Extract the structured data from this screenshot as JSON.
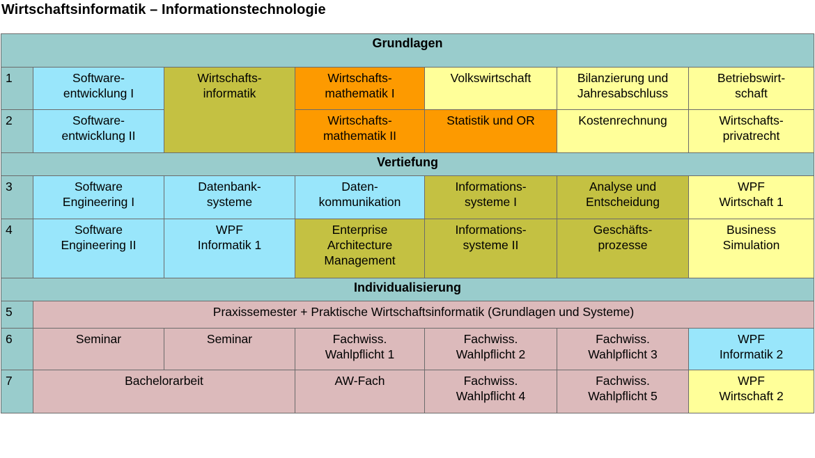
{
  "title": "Wirtschaftsinformatik – Informationstechnologie",
  "sections": {
    "grundlagen": "Grundlagen",
    "vertiefung": "Vertiefung",
    "individualisierung": "Individualisierung"
  },
  "legend_colors": {
    "informatik": "#99e6fb",
    "wirtschaftsinformatik": "#c4c142",
    "mathematik": "#fd9a00",
    "wirtschaft": "#ffff99",
    "individualisierung": "#dcbabb",
    "section_header": "#99cccc"
  },
  "semesters": {
    "s1": {
      "number": "1",
      "softwareentwicklung": "Software-\nentwicklung I",
      "wirtschaftsinformatik": "Wirtschafts-\ninformatik",
      "mathematik": "Wirtschafts-\nmathematik I",
      "volkswirtschaft": "Volkswirtschaft",
      "bilanzierung": "Bilanzierung und\nJahresabschluss",
      "bwl": "Betriebswirt-\nschaft"
    },
    "s2": {
      "number": "2",
      "softwareentwicklung": "Software-\nentwicklung II",
      "mathematik": "Wirtschafts-\nmathematik II",
      "statistik": "Statistik und OR",
      "kostenrechnung": "Kostenrechnung",
      "privatrecht": "Wirtschafts-\nprivatrecht"
    },
    "s3": {
      "number": "3",
      "software_engineering": "Software\nEngineering I",
      "datenbank": "Datenbank-\nsysteme",
      "datenkommunikation": "Daten-\nkommunikation",
      "informationssysteme": "Informations-\nsysteme I",
      "analyse": "Analyse und\nEntscheidung",
      "wpf_wirtschaft": "WPF\nWirtschaft 1"
    },
    "s4": {
      "number": "4",
      "software_engineering": "Software\nEngineering II",
      "wpf_informatik": "WPF\nInformatik 1",
      "enterprise": "Enterprise\nArchitecture\nManagement",
      "informationssysteme": "Informations-\nsysteme II",
      "geschaeftsprozesse": "Geschäfts-\nprozesse",
      "business_simulation": "Business\nSimulation"
    },
    "s5": {
      "number": "5",
      "praxis": "Praxissemester + Praktische Wirtschaftsinformatik (Grundlagen und Systeme)"
    },
    "s6": {
      "number": "6",
      "seminar_1": "Seminar",
      "seminar_2": "Seminar",
      "fachwiss_1": "Fachwiss.\nWahlpflicht 1",
      "fachwiss_2": "Fachwiss.\nWahlpflicht 2",
      "fachwiss_3": "Fachwiss.\nWahlpflicht 3",
      "wpf_informatik": "WPF\nInformatik 2"
    },
    "s7": {
      "number": "7",
      "bachelorarbeit": "Bachelorarbeit",
      "aw_fach": "AW-Fach",
      "fachwiss_4": "Fachwiss.\nWahlpflicht 4",
      "fachwiss_5": "Fachwiss.\nWahlpflicht 5",
      "wpf_wirtschaft": "WPF\nWirtschaft 2"
    }
  }
}
